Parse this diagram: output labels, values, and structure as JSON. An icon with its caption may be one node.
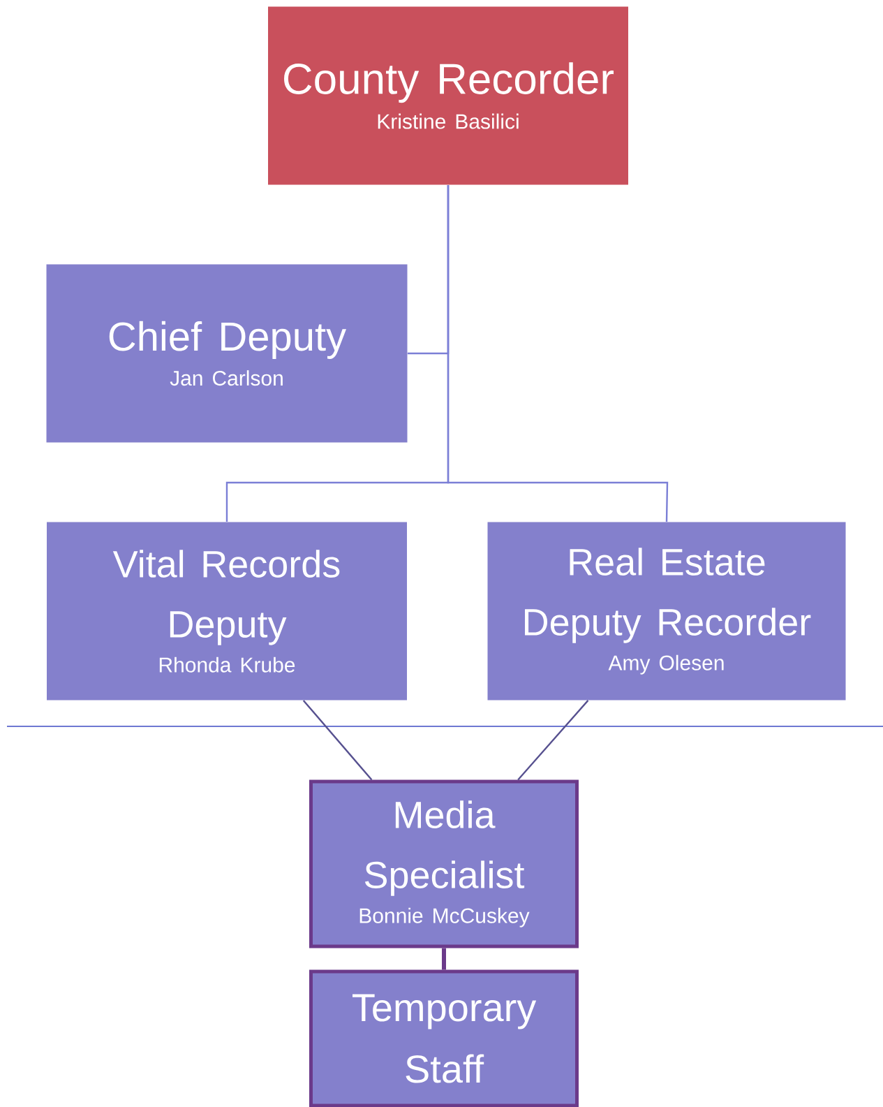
{
  "diagram": {
    "nodes": [
      {
        "text": [
          "County Recorder",
          "Kristine Basilici"
        ]
      },
      {
        "text": [
          "Chief Deputy",
          "Jan Carlson"
        ]
      },
      {
        "text": [
          "Vital Records Deputy",
          "Rhonda Krube"
        ]
      },
      {
        "text": [
          "Real Estate Deputy Recorder",
          "Amy Olesen"
        ]
      },
      {
        "text": [
          "Media Specialist",
          "Bonnie McCuskey"
        ]
      },
      {
        "text": [
          "Temporary Staff"
        ]
      }
    ],
    "edges": [
      {
        "from": 0,
        "to": 1,
        "arrow": "none"
      },
      {
        "from": 0,
        "to": 2,
        "arrow": "none"
      },
      {
        "from": 0,
        "to": 3,
        "arrow": "none"
      },
      {
        "from": 2,
        "to": 4,
        "arrow": "none",
        "color": "#56508f"
      },
      {
        "from": 3,
        "to": 4,
        "arrow": "none",
        "color": "#56508f"
      },
      {
        "from": 4,
        "to": 5,
        "arrow": "none",
        "style": "thick",
        "color": "#6b3a8a"
      }
    ]
  }
}
